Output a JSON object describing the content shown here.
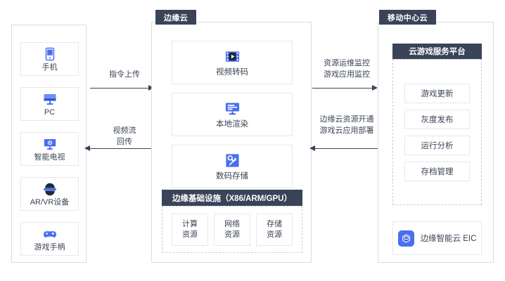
{
  "colors": {
    "header_navy": "#394459",
    "accent_blue": "#4a6ef0",
    "panel_border": "#d9dce1",
    "card_border": "#e6e8ec",
    "text": "#3b4354",
    "dashed_border": "#c9ccd2"
  },
  "left_panel": {
    "name": "terminal-devices",
    "devices": [
      {
        "label": "手机",
        "icon": "mobile-phone-icon"
      },
      {
        "label": "PC",
        "icon": "desktop-pc-icon"
      },
      {
        "label": "智能电视",
        "icon": "smart-tv-icon"
      },
      {
        "label": "AR/VR设备",
        "icon": "ar-vr-headset-icon"
      },
      {
        "label": "游戏手柄",
        "icon": "gamepad-icon"
      }
    ]
  },
  "left_arrows": [
    {
      "name": "instruction-upload",
      "direction": "right",
      "label_lines": [
        "指令上传"
      ]
    },
    {
      "name": "video-stream-return",
      "direction": "left",
      "label_lines": [
        "视频流",
        "回传"
      ]
    }
  ],
  "middle_panel": {
    "tab_label": "边缘云",
    "services": [
      {
        "label": "视频转码",
        "icon": "video-transcode-icon"
      },
      {
        "label": "本地渲染",
        "icon": "local-render-icon"
      },
      {
        "label": "数码存储",
        "icon": "digital-storage-icon"
      }
    ],
    "infrastructure": {
      "header": "边缘基础设施（X86/ARM/GPU）",
      "resources": [
        {
          "line1": "计算",
          "line2": "资源"
        },
        {
          "line1": "网络",
          "line2": "资源"
        },
        {
          "line1": "存储",
          "line2": "资源"
        }
      ]
    }
  },
  "right_arrows": [
    {
      "name": "resource-ops-monitoring",
      "direction": "right",
      "label_lines": [
        "资源运维监控",
        "游戏应用监控"
      ]
    },
    {
      "name": "edge-cloud-provisioning",
      "direction": "left",
      "label_lines": [
        "边缘云资源开通",
        "游戏云应用部署"
      ]
    }
  ],
  "right_panel": {
    "tab_label": "移动中心云",
    "platform": {
      "header": "云游戏服务平台",
      "items": [
        "游戏更新",
        "灰度发布",
        "运行分析",
        "存档管理"
      ]
    },
    "eic": {
      "icon": "edge-intelligent-cloud-icon",
      "label": "边缘智能云 EIC"
    }
  }
}
